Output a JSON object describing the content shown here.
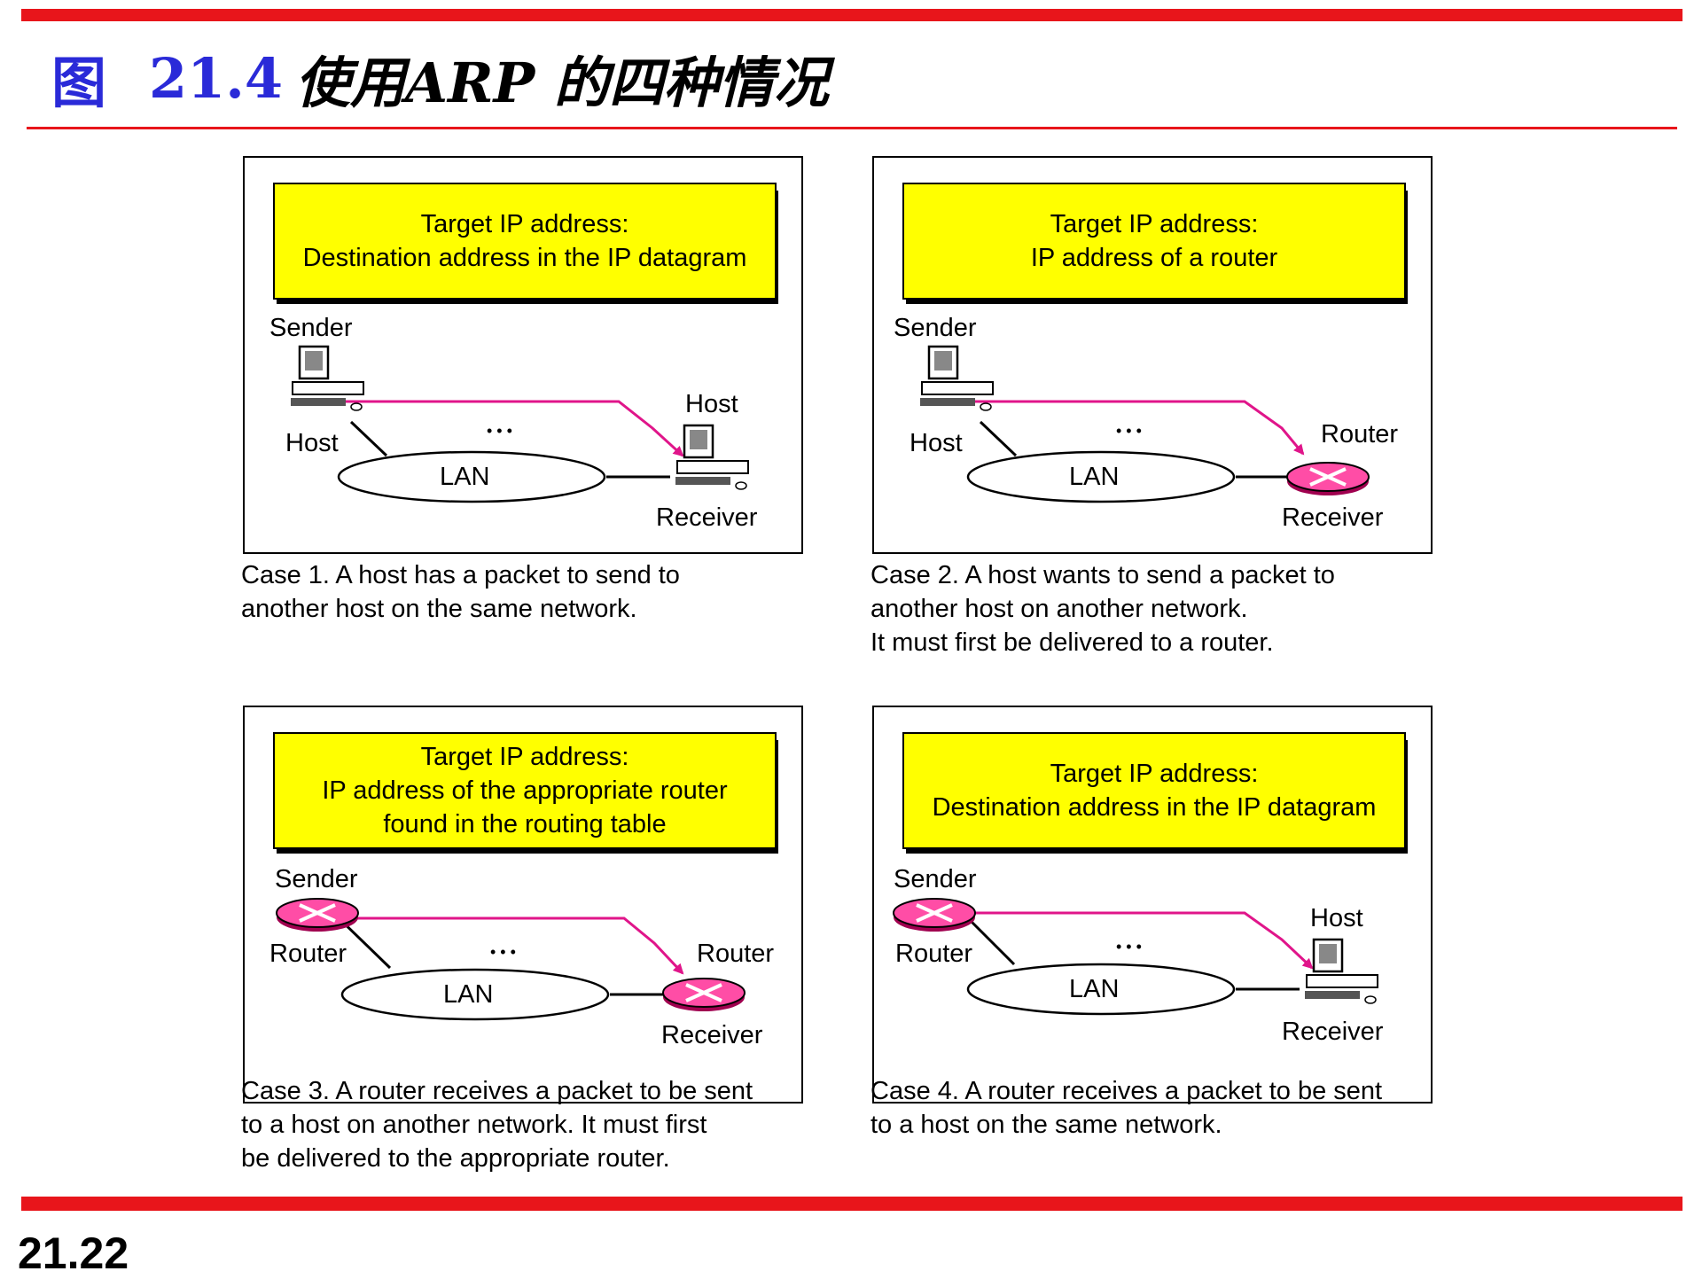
{
  "header": {
    "fig_label": "图",
    "fig_number": "21.4",
    "fig_title": "使用ARP 的四种情况"
  },
  "footer": {
    "page_number": "21.22"
  },
  "colors": {
    "rule": "#e8151b",
    "title_blue": "#2a2ad8",
    "target_box": "#ffff00",
    "arrow": "#e0158a",
    "router": "#ff4da6"
  },
  "cases": [
    {
      "target_lines": [
        "Target IP address:",
        "Destination address in the IP datagram"
      ],
      "sender_label": "Sender",
      "sender_role": "Host",
      "sender_icon": "computer-icon",
      "receiver_role": "Host",
      "receiver_label": "Receiver",
      "receiver_icon": "computer-icon",
      "lan_label": "LAN",
      "dots": "• • •",
      "caption_lines": [
        "Case 1. A host has a packet to send to",
        "another host on the same network."
      ]
    },
    {
      "target_lines": [
        "Target IP address:",
        "IP address of a router"
      ],
      "sender_label": "Sender",
      "sender_role": "Host",
      "sender_icon": "computer-icon",
      "receiver_role": "Router",
      "receiver_label": "Receiver",
      "receiver_icon": "router-icon",
      "lan_label": "LAN",
      "dots": "• • •",
      "caption_lines": [
        "Case 2. A host wants to send a packet to",
        "another host on another network.",
        "It must first be delivered to a router."
      ]
    },
    {
      "target_lines": [
        "Target IP address:",
        "IP address of the appropriate router",
        "found in the routing table"
      ],
      "sender_label": "Sender",
      "sender_role": "Router",
      "sender_icon": "router-icon",
      "receiver_role": "Router",
      "receiver_label": "Receiver",
      "receiver_icon": "router-icon",
      "lan_label": "LAN",
      "dots": "• • •",
      "caption_lines": [
        "Case 3. A router receives a packet to be sent",
        "to a host on another network. It must first",
        "be delivered to the appropriate router."
      ]
    },
    {
      "target_lines": [
        "Target IP address:",
        "Destination address in the IP datagram"
      ],
      "sender_label": "Sender",
      "sender_role": "Router",
      "sender_icon": "router-icon",
      "receiver_role": "Host",
      "receiver_label": "Receiver",
      "receiver_icon": "computer-icon",
      "lan_label": "LAN",
      "dots": "• • •",
      "caption_lines": [
        "Case 4. A router receives a packet to be sent",
        "to a host on the same network."
      ]
    }
  ]
}
